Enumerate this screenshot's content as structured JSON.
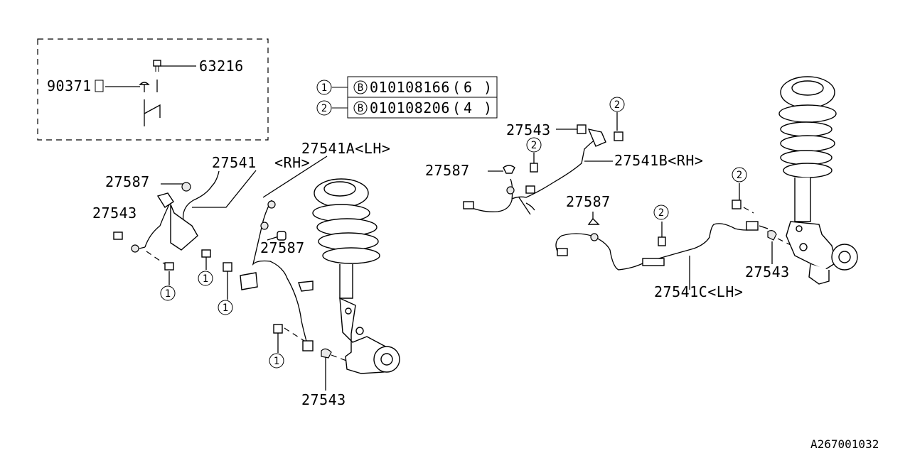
{
  "diagram_id": "A267001032",
  "inset": {
    "part_a": "90371",
    "part_b": "63216"
  },
  "legend": [
    {
      "marker": "1",
      "circle": "B",
      "part": "010108166",
      "qty": "6"
    },
    {
      "marker": "2",
      "circle": "B",
      "part": "010108206",
      "qty": "4"
    }
  ],
  "labels": {
    "front_sensor": "27541",
    "front_rh": "<RH>",
    "front_lh": "27541A<LH>",
    "rear_rh": "27541B<RH>",
    "rear_lh": "27541C<LH>",
    "clip": "27587",
    "bolt": "27543"
  },
  "markers": {
    "one": "1",
    "two": "2"
  }
}
